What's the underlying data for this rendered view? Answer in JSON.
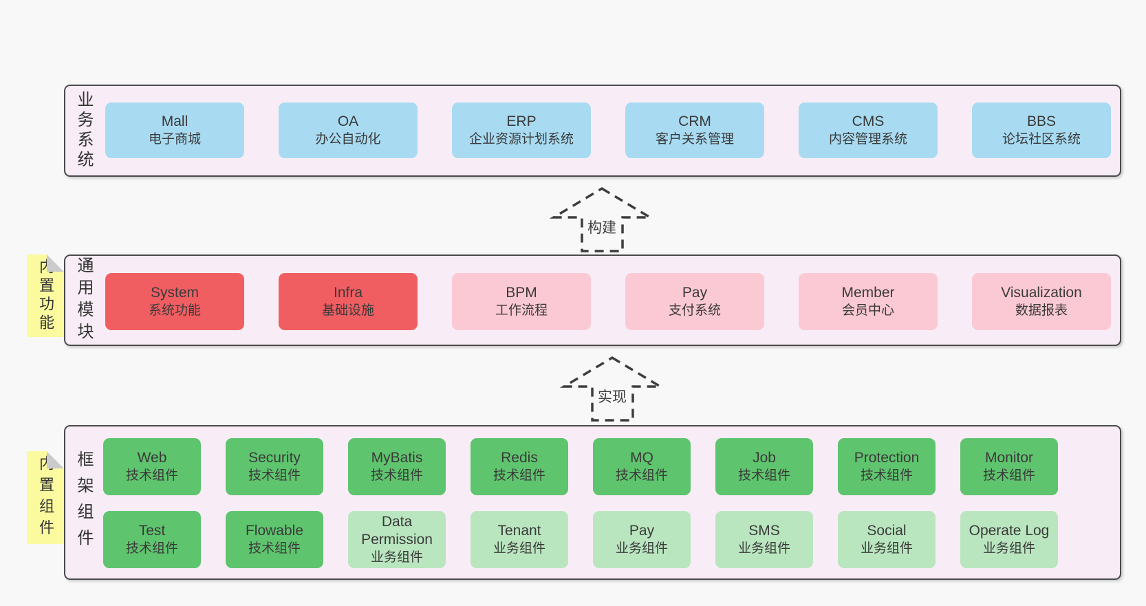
{
  "colors": {
    "page_bg": "#f8f8f8",
    "band_bg": "#f8edf6",
    "band_border": "#4a4a4a",
    "box_blue": "#a8dbf2",
    "box_red": "#f15e62",
    "box_pink": "#fbc9d4",
    "box_green": "#5fc46e",
    "box_green_light": "#b9e6bf",
    "sticky_yellow": "#fbfa9f",
    "sticky_fold_gray": "#cbcbcb",
    "arrow_stroke": "#3d3d3d",
    "text": "#3a3a3a"
  },
  "arrows": [
    {
      "label": "构建"
    },
    {
      "label": "实现"
    }
  ],
  "bands": [
    {
      "label": "业务系统",
      "boxes": [
        {
          "title": "Mall",
          "subtitle": "电子商城",
          "type": "blue"
        },
        {
          "title": "OA",
          "subtitle": "办公自动化",
          "type": "blue"
        },
        {
          "title": "ERP",
          "subtitle": "企业资源计划系统",
          "type": "blue"
        },
        {
          "title": "CRM",
          "subtitle": "客户关系管理",
          "type": "blue"
        },
        {
          "title": "CMS",
          "subtitle": "内容管理系统",
          "type": "blue"
        },
        {
          "title": "BBS",
          "subtitle": "论坛社区系统",
          "type": "blue"
        }
      ]
    },
    {
      "label": "通用模块",
      "sticky": "内置功能",
      "boxes": [
        {
          "title": "System",
          "subtitle": "系统功能",
          "type": "red"
        },
        {
          "title": "Infra",
          "subtitle": "基础设施",
          "type": "red"
        },
        {
          "title": "BPM",
          "subtitle": "工作流程",
          "type": "pink"
        },
        {
          "title": "Pay",
          "subtitle": "支付系统",
          "type": "pink"
        },
        {
          "title": "Member",
          "subtitle": "会员中心",
          "type": "pink"
        },
        {
          "title": "Visualization",
          "subtitle": "数据报表",
          "type": "pink"
        }
      ]
    },
    {
      "label": "框架组件",
      "sticky": "内置组件",
      "rows": [
        [
          {
            "title": "Web",
            "subtitle": "技术组件",
            "type": "green"
          },
          {
            "title": "Security",
            "subtitle": "技术组件",
            "type": "green"
          },
          {
            "title": "MyBatis",
            "subtitle": "技术组件",
            "type": "green"
          },
          {
            "title": "Redis",
            "subtitle": "技术组件",
            "type": "green"
          },
          {
            "title": "MQ",
            "subtitle": "技术组件",
            "type": "green"
          },
          {
            "title": "Job",
            "subtitle": "技术组件",
            "type": "green"
          },
          {
            "title": "Protection",
            "subtitle": "技术组件",
            "type": "green"
          },
          {
            "title": "Monitor",
            "subtitle": "技术组件",
            "type": "green"
          }
        ],
        [
          {
            "title": "Test",
            "subtitle": "技术组件",
            "type": "green"
          },
          {
            "title": "Flowable",
            "subtitle": "技术组件",
            "type": "green"
          },
          {
            "title": "Data Permission",
            "subtitle": "业务组件",
            "type": "green-light"
          },
          {
            "title": "Tenant",
            "subtitle": "业务组件",
            "type": "green-light"
          },
          {
            "title": "Pay",
            "subtitle": "业务组件",
            "type": "green-light"
          },
          {
            "title": "SMS",
            "subtitle": "业务组件",
            "type": "green-light"
          },
          {
            "title": "Social",
            "subtitle": "业务组件",
            "type": "green-light"
          },
          {
            "title": "Operate Log",
            "subtitle": "业务组件",
            "type": "green-light"
          }
        ]
      ]
    }
  ]
}
